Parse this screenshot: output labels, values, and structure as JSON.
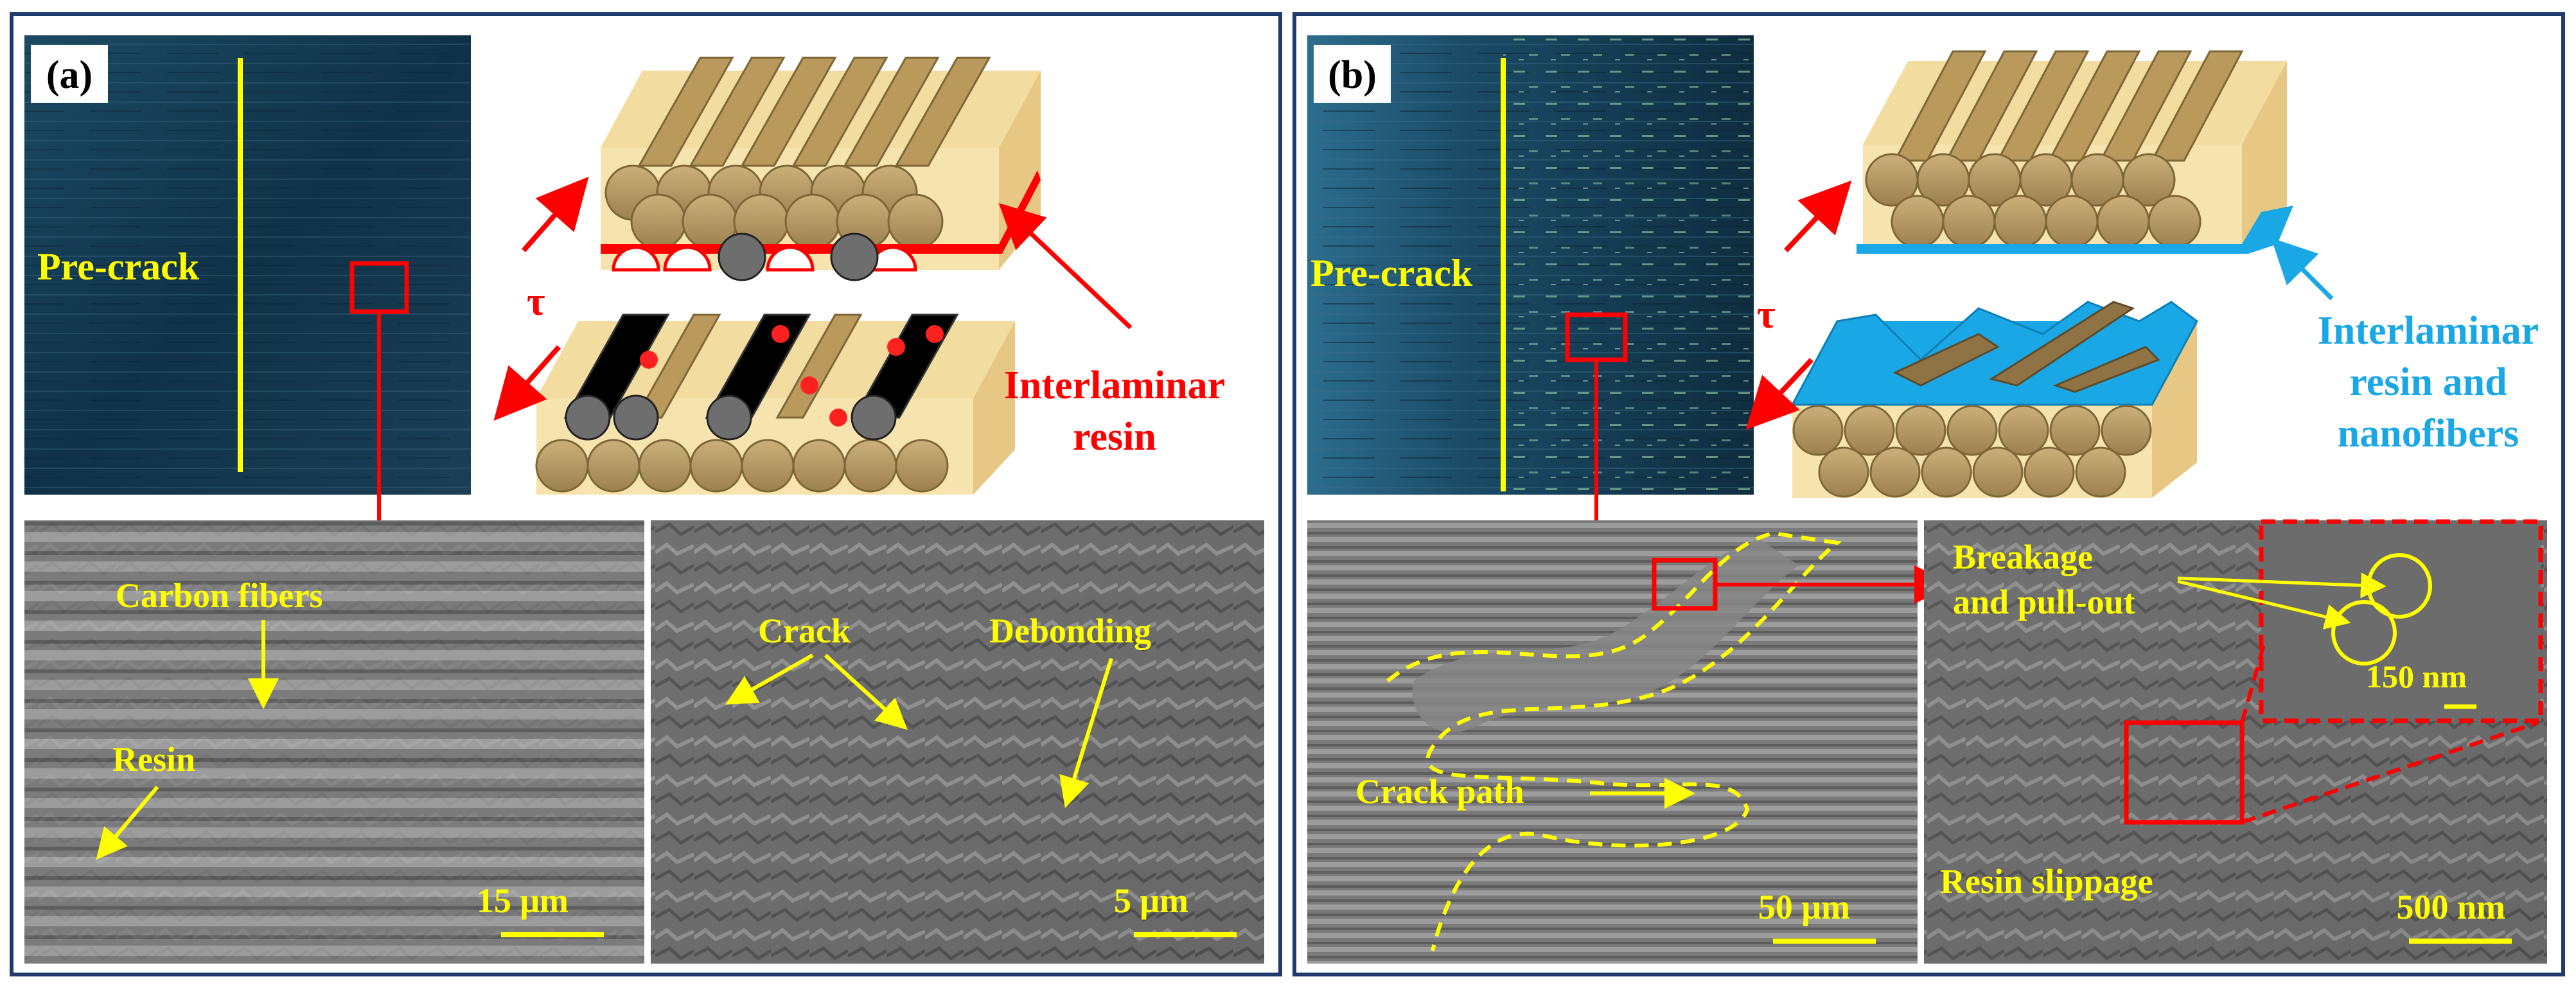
{
  "panel_a": {
    "tag": "(a)",
    "precrack": "Pre-crack",
    "tau": "τ",
    "interlaminar_1": "Interlaminar",
    "interlaminar_2": "resin",
    "carbon_fibers": "Carbon fibers",
    "resin": "Resin",
    "crack": "Crack",
    "debonding": "Debonding",
    "scale_left": "15 μm",
    "scale_right": "5 μm"
  },
  "panel_b": {
    "tag": "(b)",
    "precrack": "Pre-crack",
    "tau": "τ",
    "interlaminar_1": "Interlaminar",
    "interlaminar_2": "resin and",
    "interlaminar_3": "nanofibers",
    "breakage_1": "Breakage",
    "breakage_2": "and pull-out",
    "crack_path": "Crack path",
    "resin_slippage": "Resin slippage",
    "scale_left": "50 μm",
    "scale_right": "500 nm",
    "scale_inset": "150 nm"
  },
  "colors": {
    "frame": "#1f3a6b",
    "label_yellow": "#ffff00",
    "red": "#ff0000",
    "blue": "#1aa7e6",
    "fiber": "#b59a64",
    "panel_dark": "#14384f"
  }
}
